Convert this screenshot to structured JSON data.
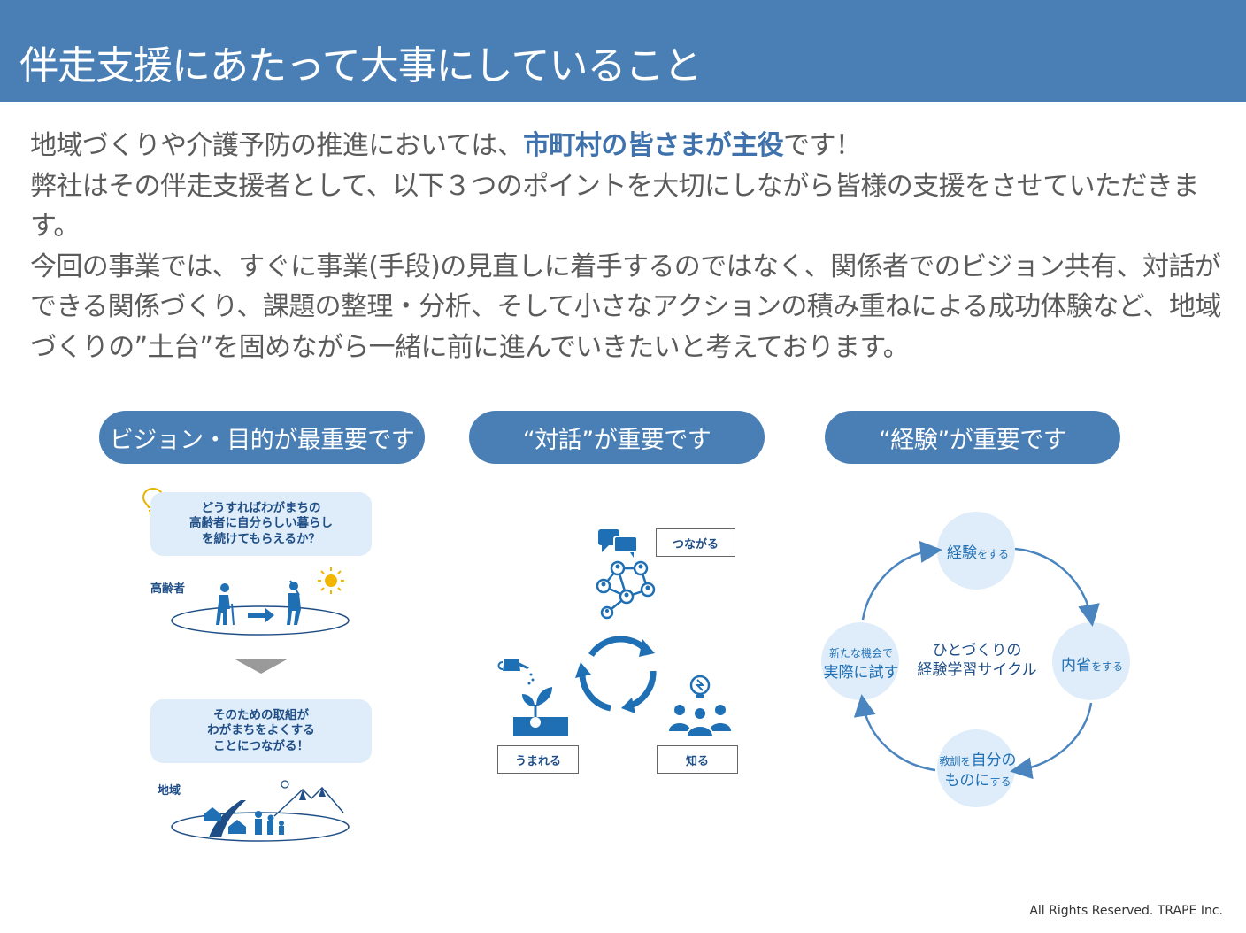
{
  "header": {
    "title": "伴走支援にあたって大事にしていること"
  },
  "intro": {
    "line1_pre": "地域づくりや介護予防の推進においては、",
    "line1_bold": "市町村の皆さまが主役",
    "line1_post": "です！",
    "line2": "弊社はその伴走支援者として、以下３つのポイントを大切にしながら皆様の支援をさせていただきます。",
    "line3": "今回の事業では、すぐに事業(手段)の見直しに着手するのではなく、関係者でのビジョン共有、対話ができる関係づくり、課題の整理・分析、そして小さなアクションの積み重ねによる成功体験など、地域づくりの”土台”を固めながら一緒に前に進んでいきたいと考えております。"
  },
  "pillars": [
    {
      "label": "ビジョン・目的が最重要です"
    },
    {
      "label": "“対話”が重要です"
    },
    {
      "label": "“経験”が重要です"
    }
  ],
  "vision": {
    "bubble1": [
      "どうすればわがまちの",
      "高齢者に自分らしい暮らし",
      "を続けてもらえるか？"
    ],
    "elderly_label": "高齢者",
    "bubble2": [
      "そのための取組が",
      "わがまちをよくする",
      "ことにつながる！"
    ],
    "region_label": "地域"
  },
  "dialogue": {
    "connect": "つながる",
    "born": "うまれる",
    "know": "知る"
  },
  "experience": {
    "top_big": "経験",
    "top_small": "をする",
    "right_big": "内省",
    "right_small": "をする",
    "bottom_small": "教訓を",
    "bottom_big1": "自分の",
    "bottom_big2": "もの",
    "bottom_big3": "に",
    "bottom_small2": "する",
    "left_small": "新たな機会で",
    "left_big": "実際に試す",
    "center_line1": "ひとづくりの",
    "center_line2": "経験学習サイクル"
  },
  "footer": {
    "text": "All Rights Reserved. TRAPE Inc."
  },
  "colors": {
    "header": "#4a7fb5",
    "accent": "#1f6fb5",
    "icon": "#1f6fb5",
    "bubble": "#deedf9"
  }
}
